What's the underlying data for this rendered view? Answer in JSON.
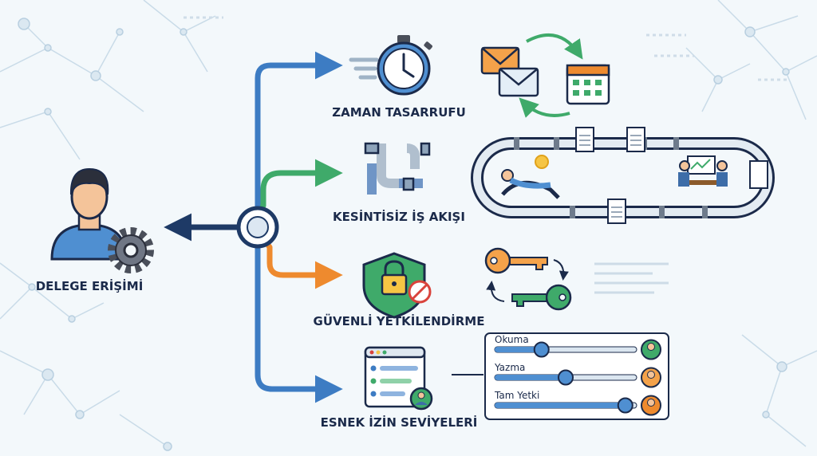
{
  "center": {
    "label": "DELEGE ERİŞİMİ"
  },
  "features": [
    {
      "label": "ZAMAN TASARRUFU",
      "icon": "stopwatch-icon"
    },
    {
      "label": "KESİNTİSİZ İŞ AKIŞI",
      "icon": "pipes-icon"
    },
    {
      "label": "GÜVENLİ YETKİLENDİRME",
      "icon": "shield-lock-icon"
    },
    {
      "label": "ESNEK İZİN SEVİYELERİ",
      "icon": "permissions-window-icon"
    }
  ],
  "permissions": [
    {
      "label": "Okuma",
      "level": 0.33
    },
    {
      "label": "Yazma",
      "level": 0.5
    },
    {
      "label": "Tam Yetki",
      "level": 0.92
    }
  ],
  "colors": {
    "blue": "#3d7cc3",
    "green": "#3faa6a",
    "orange": "#ee8a2e",
    "navy": "#1b2a4a",
    "background": "#f3f8fb"
  }
}
